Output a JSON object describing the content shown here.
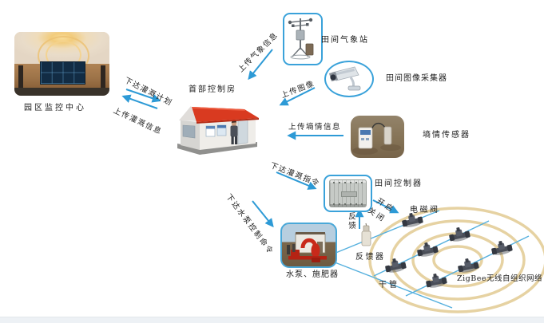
{
  "colors": {
    "arrow": "#2d9ad6",
    "netline": "#55b0de",
    "ring": "#e6d2a2",
    "nodeborder": "#3aa2da",
    "text": "#1c1c1c",
    "roof": "#d93a20",
    "bottombar": "#edf1f5"
  },
  "nodes": {
    "monitoring_center": {
      "label": "园区监控中心"
    },
    "control_house": {
      "label": "首部控制房"
    },
    "weather_station": {
      "label": "田间气象站"
    },
    "image_collector": {
      "label": "田间图像采集器"
    },
    "soil_sensor": {
      "label": "墒情传感器"
    },
    "field_controller": {
      "label": "田间控制器"
    },
    "pump_fertilizer": {
      "label": "水泵、施肥器"
    },
    "feedback_device": {
      "label": "反馈器"
    },
    "solenoid_valve": {
      "label": "电磁阀"
    },
    "zigbee_network": {
      "label": "ZigBee无线自组织网络"
    },
    "main_pipe": {
      "label": "干管"
    }
  },
  "flows": {
    "issue_irrigation_plan": {
      "label": "下达灌溉计划"
    },
    "upload_irrigation_info": {
      "label": "上传灌溉信息"
    },
    "upload_weather_info": {
      "label": "上传气象信息"
    },
    "upload_image": {
      "label": "上传图像"
    },
    "upload_soil_info": {
      "label": "上传墒情信息"
    },
    "issue_irrigation_cmd": {
      "label": "下达灌溉指令"
    },
    "issue_pump_cmd": {
      "label": "下达水泵控制命令"
    },
    "feedback": {
      "label": "反馈"
    },
    "valve_open": {
      "label": "开启"
    },
    "valve_close": {
      "label": "关闭"
    }
  }
}
